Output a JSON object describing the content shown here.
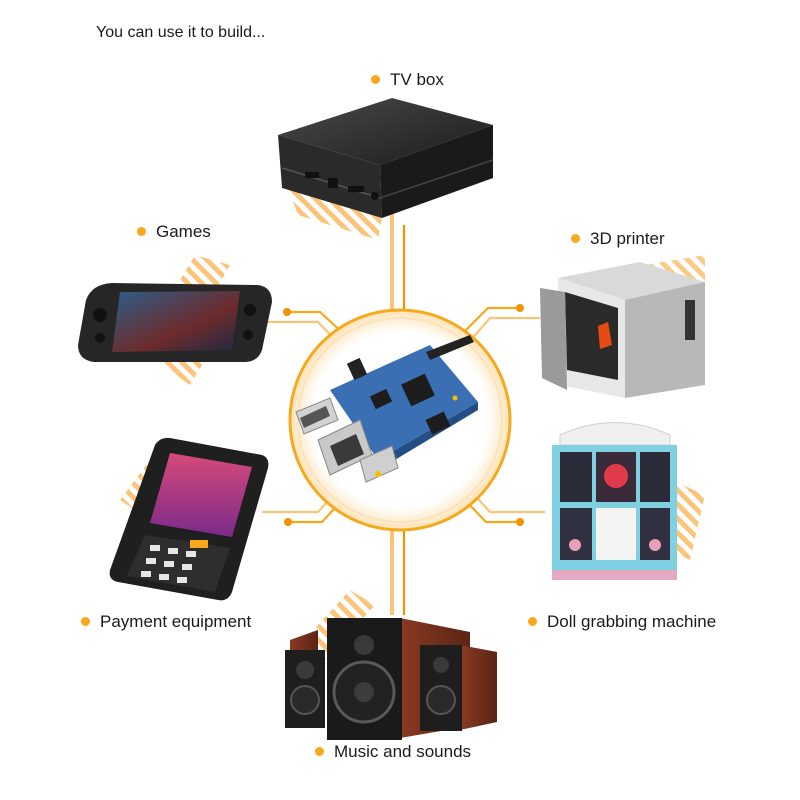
{
  "intro": "You can use it to build...",
  "center": {
    "name": "single-board computer"
  },
  "applications": [
    {
      "key": "tv-box",
      "label": "TV box"
    },
    {
      "key": "games",
      "label": "Games"
    },
    {
      "key": "3d-printer",
      "label": "3D printer"
    },
    {
      "key": "payment-equipment",
      "label": "Payment equipment"
    },
    {
      "key": "doll-grabbing-machine",
      "label": "Doll grabbing machine"
    },
    {
      "key": "music-and-sounds",
      "label": "Music and sounds"
    }
  ],
  "colors": {
    "accent": "#f7a81b",
    "accent_dark": "#f39200",
    "stripe": "#fbc47a",
    "text": "#1a1a1a"
  }
}
